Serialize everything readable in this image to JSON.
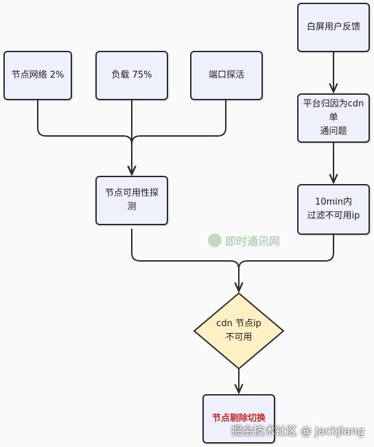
{
  "diagram": {
    "nodes": {
      "node_packet_loss": "节点网络 2%",
      "load": "负载 75%",
      "port_probe": "端口探活",
      "availability_probe": "节点可用性探测",
      "white_screen_feedback": "白屏用户反馈",
      "platform_attribution_line1": "平台归因为cdn单",
      "platform_attribution_line2": "通问题",
      "filter_line1": "10min内",
      "filter_line2": "过滤不可用ip",
      "decision_line1": "cdn 节点ip",
      "decision_line2": "不可用",
      "remove_switch": "节点剔除切换"
    }
  },
  "watermarks": {
    "center_logo": "即时通讯网",
    "bottom_right": "掘金技术社区 @ JackJiang"
  },
  "colors": {
    "box_fill": "#eef0fb",
    "decision_fill": "#fdf0c4",
    "highlight_text": "#c62828"
  }
}
